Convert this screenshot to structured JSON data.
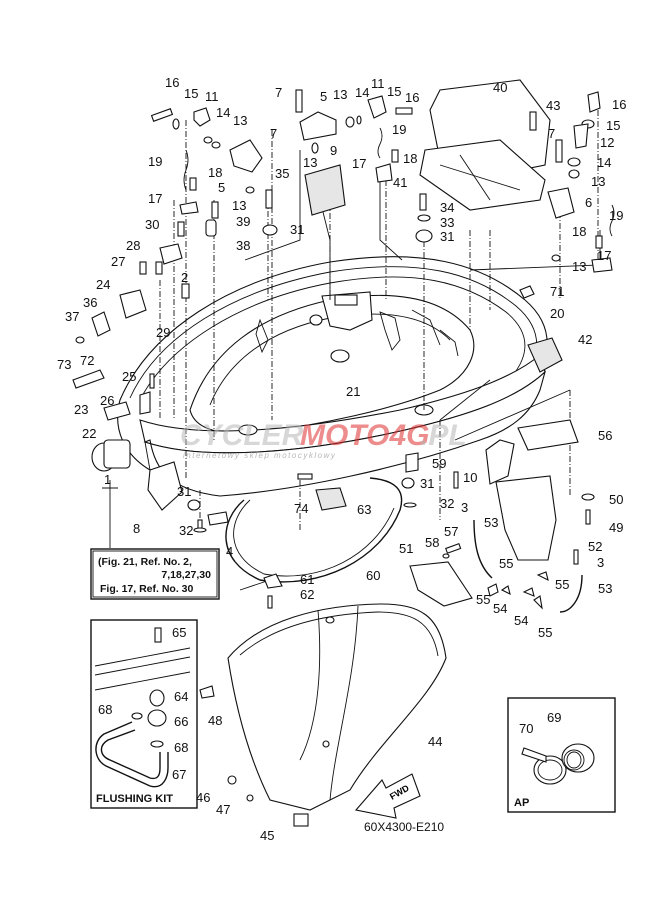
{
  "diagram": {
    "title": "Bottom cowling exploded parts diagram",
    "drawing_code": "60X4300-E210",
    "direction_label": "FWD",
    "reference_note": {
      "line1": "(Fig. 21, Ref. No. 2,",
      "line2": "7,18,27,30",
      "line3": "Fig. 17, Ref. No. 30"
    },
    "flushing_kit": {
      "title": "FLUSHING KIT",
      "parts": [
        "64",
        "65",
        "66",
        "67",
        "68"
      ]
    },
    "ap_box": {
      "title": "AP",
      "parts": [
        "69",
        "70"
      ]
    },
    "watermark": {
      "grey": "CYCLER",
      "red": "MOTO4G",
      "suffix": ".PL",
      "subtitle": "internetowy sklep motocyklowy"
    },
    "callouts": [
      {
        "id": "c16a",
        "label": "16"
      },
      {
        "id": "c15a",
        "label": "15"
      },
      {
        "id": "c11a",
        "label": "11"
      },
      {
        "id": "c14a",
        "label": "14"
      },
      {
        "id": "c13a",
        "label": "13"
      },
      {
        "id": "c7a",
        "label": "7"
      },
      {
        "id": "c19a",
        "label": "19"
      },
      {
        "id": "c18a",
        "label": "18"
      },
      {
        "id": "c5a",
        "label": "5"
      },
      {
        "id": "c13b",
        "label": "13"
      },
      {
        "id": "c17a",
        "label": "17"
      },
      {
        "id": "c39",
        "label": "39"
      },
      {
        "id": "c35",
        "label": "35"
      },
      {
        "id": "c30",
        "label": "30"
      },
      {
        "id": "c31a",
        "label": "31"
      },
      {
        "id": "c28",
        "label": "28"
      },
      {
        "id": "c38",
        "label": "38"
      },
      {
        "id": "c27",
        "label": "27"
      },
      {
        "id": "c2",
        "label": "2"
      },
      {
        "id": "c7b",
        "label": "7"
      },
      {
        "id": "c5b",
        "label": "5"
      },
      {
        "id": "c13c",
        "label": "13"
      },
      {
        "id": "c14b",
        "label": "14"
      },
      {
        "id": "c11b",
        "label": "11"
      },
      {
        "id": "c15b",
        "label": "15"
      },
      {
        "id": "c16b",
        "label": "16"
      },
      {
        "id": "c19b",
        "label": "19"
      },
      {
        "id": "c13d",
        "label": "13"
      },
      {
        "id": "c9",
        "label": "9"
      },
      {
        "id": "c17b",
        "label": "17"
      },
      {
        "id": "c18b",
        "label": "18"
      },
      {
        "id": "c41",
        "label": "41"
      },
      {
        "id": "c40",
        "label": "40"
      },
      {
        "id": "c43",
        "label": "43"
      },
      {
        "id": "c16c",
        "label": "16"
      },
      {
        "id": "c15c",
        "label": "15"
      },
      {
        "id": "c12",
        "label": "12"
      },
      {
        "id": "c7c",
        "label": "7"
      },
      {
        "id": "c14c",
        "label": "14"
      },
      {
        "id": "c13e",
        "label": "13"
      },
      {
        "id": "c6",
        "label": "6"
      },
      {
        "id": "c19c",
        "label": "19"
      },
      {
        "id": "c18c",
        "label": "18"
      },
      {
        "id": "c17c",
        "label": "17"
      },
      {
        "id": "c13f",
        "label": "13"
      },
      {
        "id": "c34",
        "label": "34"
      },
      {
        "id": "c33",
        "label": "33"
      },
      {
        "id": "c31b",
        "label": "31"
      },
      {
        "id": "c24",
        "label": "24"
      },
      {
        "id": "c36",
        "label": "36"
      },
      {
        "id": "c37",
        "label": "37"
      },
      {
        "id": "c29",
        "label": "29"
      },
      {
        "id": "c73",
        "label": "73"
      },
      {
        "id": "c72",
        "label": "72"
      },
      {
        "id": "c25",
        "label": "25"
      },
      {
        "id": "c26",
        "label": "26"
      },
      {
        "id": "c23",
        "label": "23"
      },
      {
        "id": "c22",
        "label": "22"
      },
      {
        "id": "c21",
        "label": "21"
      },
      {
        "id": "c71",
        "label": "71"
      },
      {
        "id": "c20",
        "label": "20"
      },
      {
        "id": "c42",
        "label": "42"
      },
      {
        "id": "c56",
        "label": "56"
      },
      {
        "id": "c59",
        "label": "59"
      },
      {
        "id": "c10",
        "label": "10"
      },
      {
        "id": "c31c",
        "label": "31"
      },
      {
        "id": "c1",
        "label": "1"
      },
      {
        "id": "c31d",
        "label": "31"
      },
      {
        "id": "c74",
        "label": "74"
      },
      {
        "id": "c63",
        "label": "63"
      },
      {
        "id": "c32a",
        "label": "32"
      },
      {
        "id": "c32b",
        "label": "32"
      },
      {
        "id": "c3a",
        "label": "3"
      },
      {
        "id": "c50",
        "label": "50"
      },
      {
        "id": "c49",
        "label": "49"
      },
      {
        "id": "c8",
        "label": "8"
      },
      {
        "id": "c4",
        "label": "4"
      },
      {
        "id": "c53a",
        "label": "53"
      },
      {
        "id": "c57",
        "label": "57"
      },
      {
        "id": "c58",
        "label": "58"
      },
      {
        "id": "c51",
        "label": "51"
      },
      {
        "id": "c52",
        "label": "52"
      },
      {
        "id": "c3b",
        "label": "3"
      },
      {
        "id": "c55a",
        "label": "55"
      },
      {
        "id": "c55b",
        "label": "55"
      },
      {
        "id": "c53b",
        "label": "53"
      },
      {
        "id": "c55c",
        "label": "55"
      },
      {
        "id": "c54a",
        "label": "54"
      },
      {
        "id": "c54b",
        "label": "54"
      },
      {
        "id": "c55d",
        "label": "55"
      },
      {
        "id": "c60",
        "label": "60"
      },
      {
        "id": "c61",
        "label": "61"
      },
      {
        "id": "c62",
        "label": "62"
      },
      {
        "id": "c65",
        "label": "65"
      },
      {
        "id": "c64",
        "label": "64"
      },
      {
        "id": "c66",
        "label": "66"
      },
      {
        "id": "c68a",
        "label": "68"
      },
      {
        "id": "c68b",
        "label": "68"
      },
      {
        "id": "c67",
        "label": "67"
      },
      {
        "id": "c48",
        "label": "48"
      },
      {
        "id": "c44",
        "label": "44"
      },
      {
        "id": "c46",
        "label": "46"
      },
      {
        "id": "c47",
        "label": "47"
      },
      {
        "id": "c45",
        "label": "45"
      },
      {
        "id": "c70",
        "label": "70"
      },
      {
        "id": "c69",
        "label": "69"
      }
    ]
  }
}
